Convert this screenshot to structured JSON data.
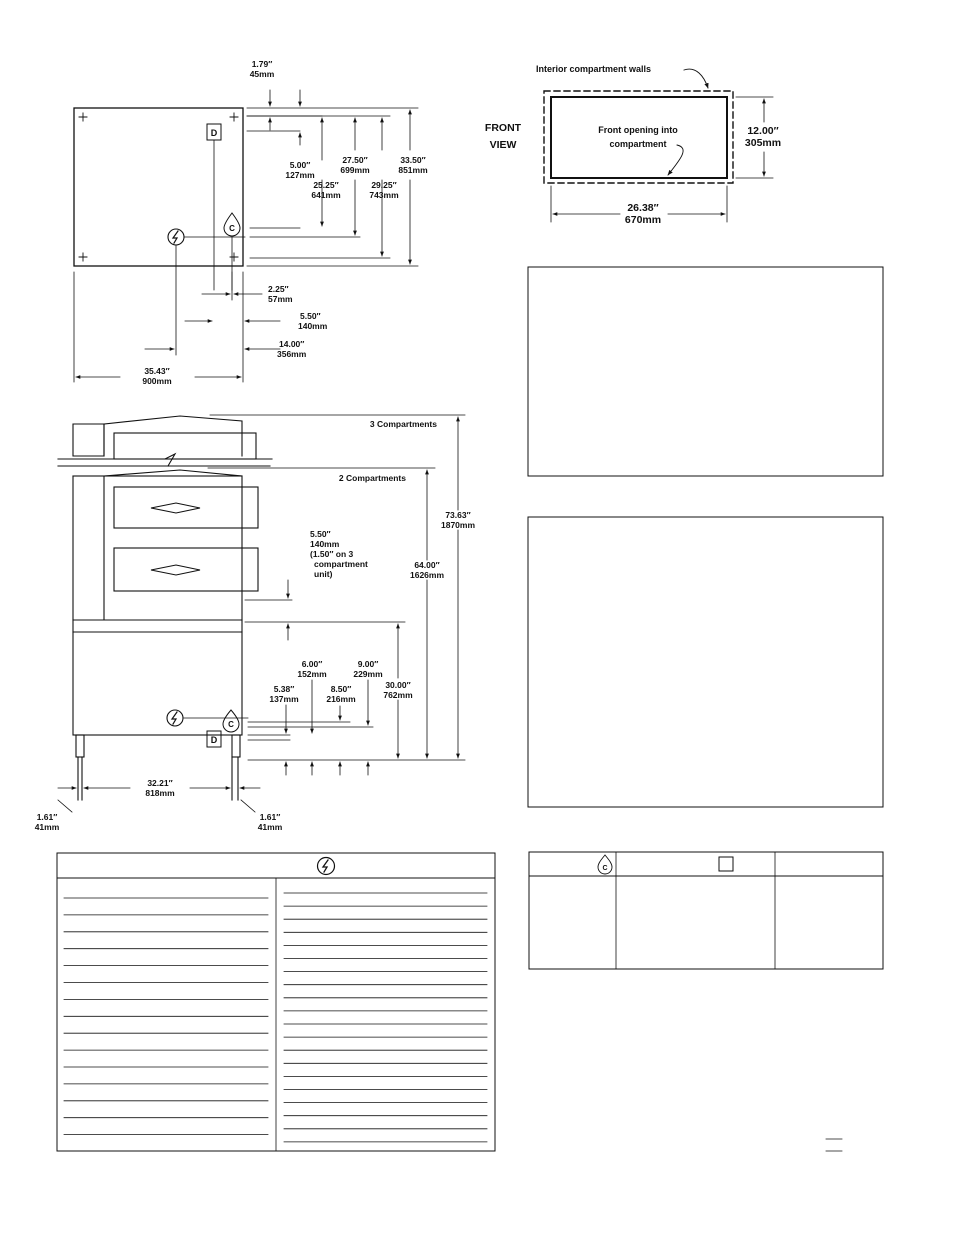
{
  "top_view": {
    "d1": [
      "1.79″",
      "45mm"
    ],
    "d2": [
      "5.00″",
      "127mm"
    ],
    "d3": [
      "27.50″",
      "699mm"
    ],
    "d4": [
      "33.50″",
      "851mm"
    ],
    "d5": [
      "25.25″",
      "641mm"
    ],
    "d6": [
      "29.25″",
      "743mm"
    ],
    "d7": [
      "2.25″",
      "57mm"
    ],
    "d8": [
      "5.50″",
      "140mm"
    ],
    "d9": [
      "14.00″",
      "356mm"
    ],
    "d10": [
      "35.43″",
      "900mm"
    ],
    "drain_letter": "D",
    "cold_letter": "C"
  },
  "front_view": {
    "label": [
      "FRONT",
      "VIEW"
    ],
    "walls_label": "Interior compartment walls",
    "opening_label": [
      "Front opening into",
      "compartment"
    ],
    "height": [
      "12.00″",
      "305mm"
    ],
    "width": [
      "26.38″",
      "670mm"
    ]
  },
  "side_view": {
    "three_comp": "3 Compartments",
    "two_comp": "2 Compartments",
    "h_total3": [
      "73.63″",
      "1870mm"
    ],
    "h_total2": [
      "64.00″",
      "1626mm"
    ],
    "h_base": [
      "30.00″",
      "762mm"
    ],
    "gap": [
      "5.50″",
      "140mm",
      "(1.50″ on 3",
      "compartment",
      "unit)"
    ],
    "u1": [
      "5.38″",
      "137mm"
    ],
    "u2": [
      "6.00″",
      "152mm"
    ],
    "u3": [
      "8.50″",
      "216mm"
    ],
    "u4": [
      "9.00″",
      "229mm"
    ],
    "leg_left": [
      "1.61″",
      "41mm"
    ],
    "leg_right": [
      "1.61″",
      "41mm"
    ],
    "leg_span": [
      "32.21″",
      "818mm"
    ],
    "drain_letter": "D",
    "cold_letter": "C"
  },
  "utility_table": {
    "cold_letter": "C"
  }
}
